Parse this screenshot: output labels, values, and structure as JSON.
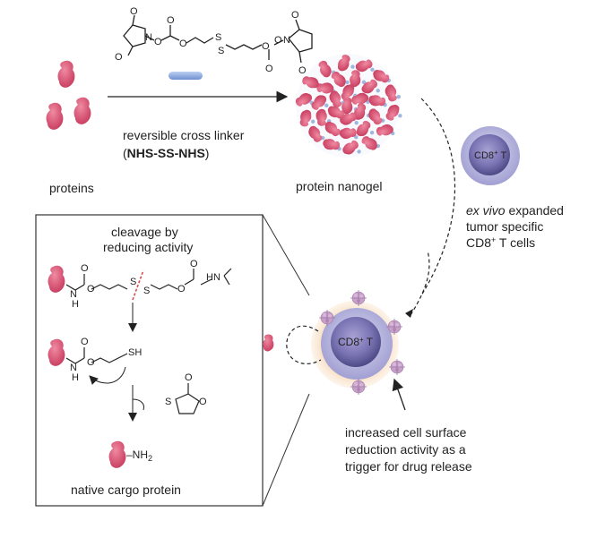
{
  "linker": {
    "caption_line1": "reversible cross linker",
    "caption_line2_bold": "NHS-SS-NHS",
    "caption_open": "(",
    "caption_close": ")"
  },
  "labels": {
    "proteins": "proteins",
    "nanogel": "protein nanogel",
    "tcell_italic": "ex vivo",
    "tcell_rest1": " expanded",
    "tcell_line2": "tumor specific",
    "tcell_line3_a": "CD8",
    "tcell_line3_sup": "+",
    "tcell_line3_b": " T cells",
    "cell_cd8": "CD8",
    "cell_sup": "+",
    "cell_t": " T",
    "surface_line1": "increased cell surface",
    "surface_line2": "reduction activity as a",
    "surface_line3": "trigger for drug release"
  },
  "mechanism": {
    "title_line1": "cleavage by",
    "title_line2": "reducing activity",
    "atom_O": "O",
    "atom_N": "N",
    "atom_H": "H",
    "atom_S": "S",
    "atom_HN": "HN",
    "atom_SH": "SH",
    "atom_NH2": "–NH",
    "atom_NH2_sub": "2",
    "product_label": "native cargo protein"
  },
  "colors": {
    "protein": "#d94f70",
    "protein_light": "#e87890",
    "linker_blue": "#8fa8d8",
    "cell_purple": "#6f6aa8",
    "cell_ring": "#f3c9a3"
  }
}
